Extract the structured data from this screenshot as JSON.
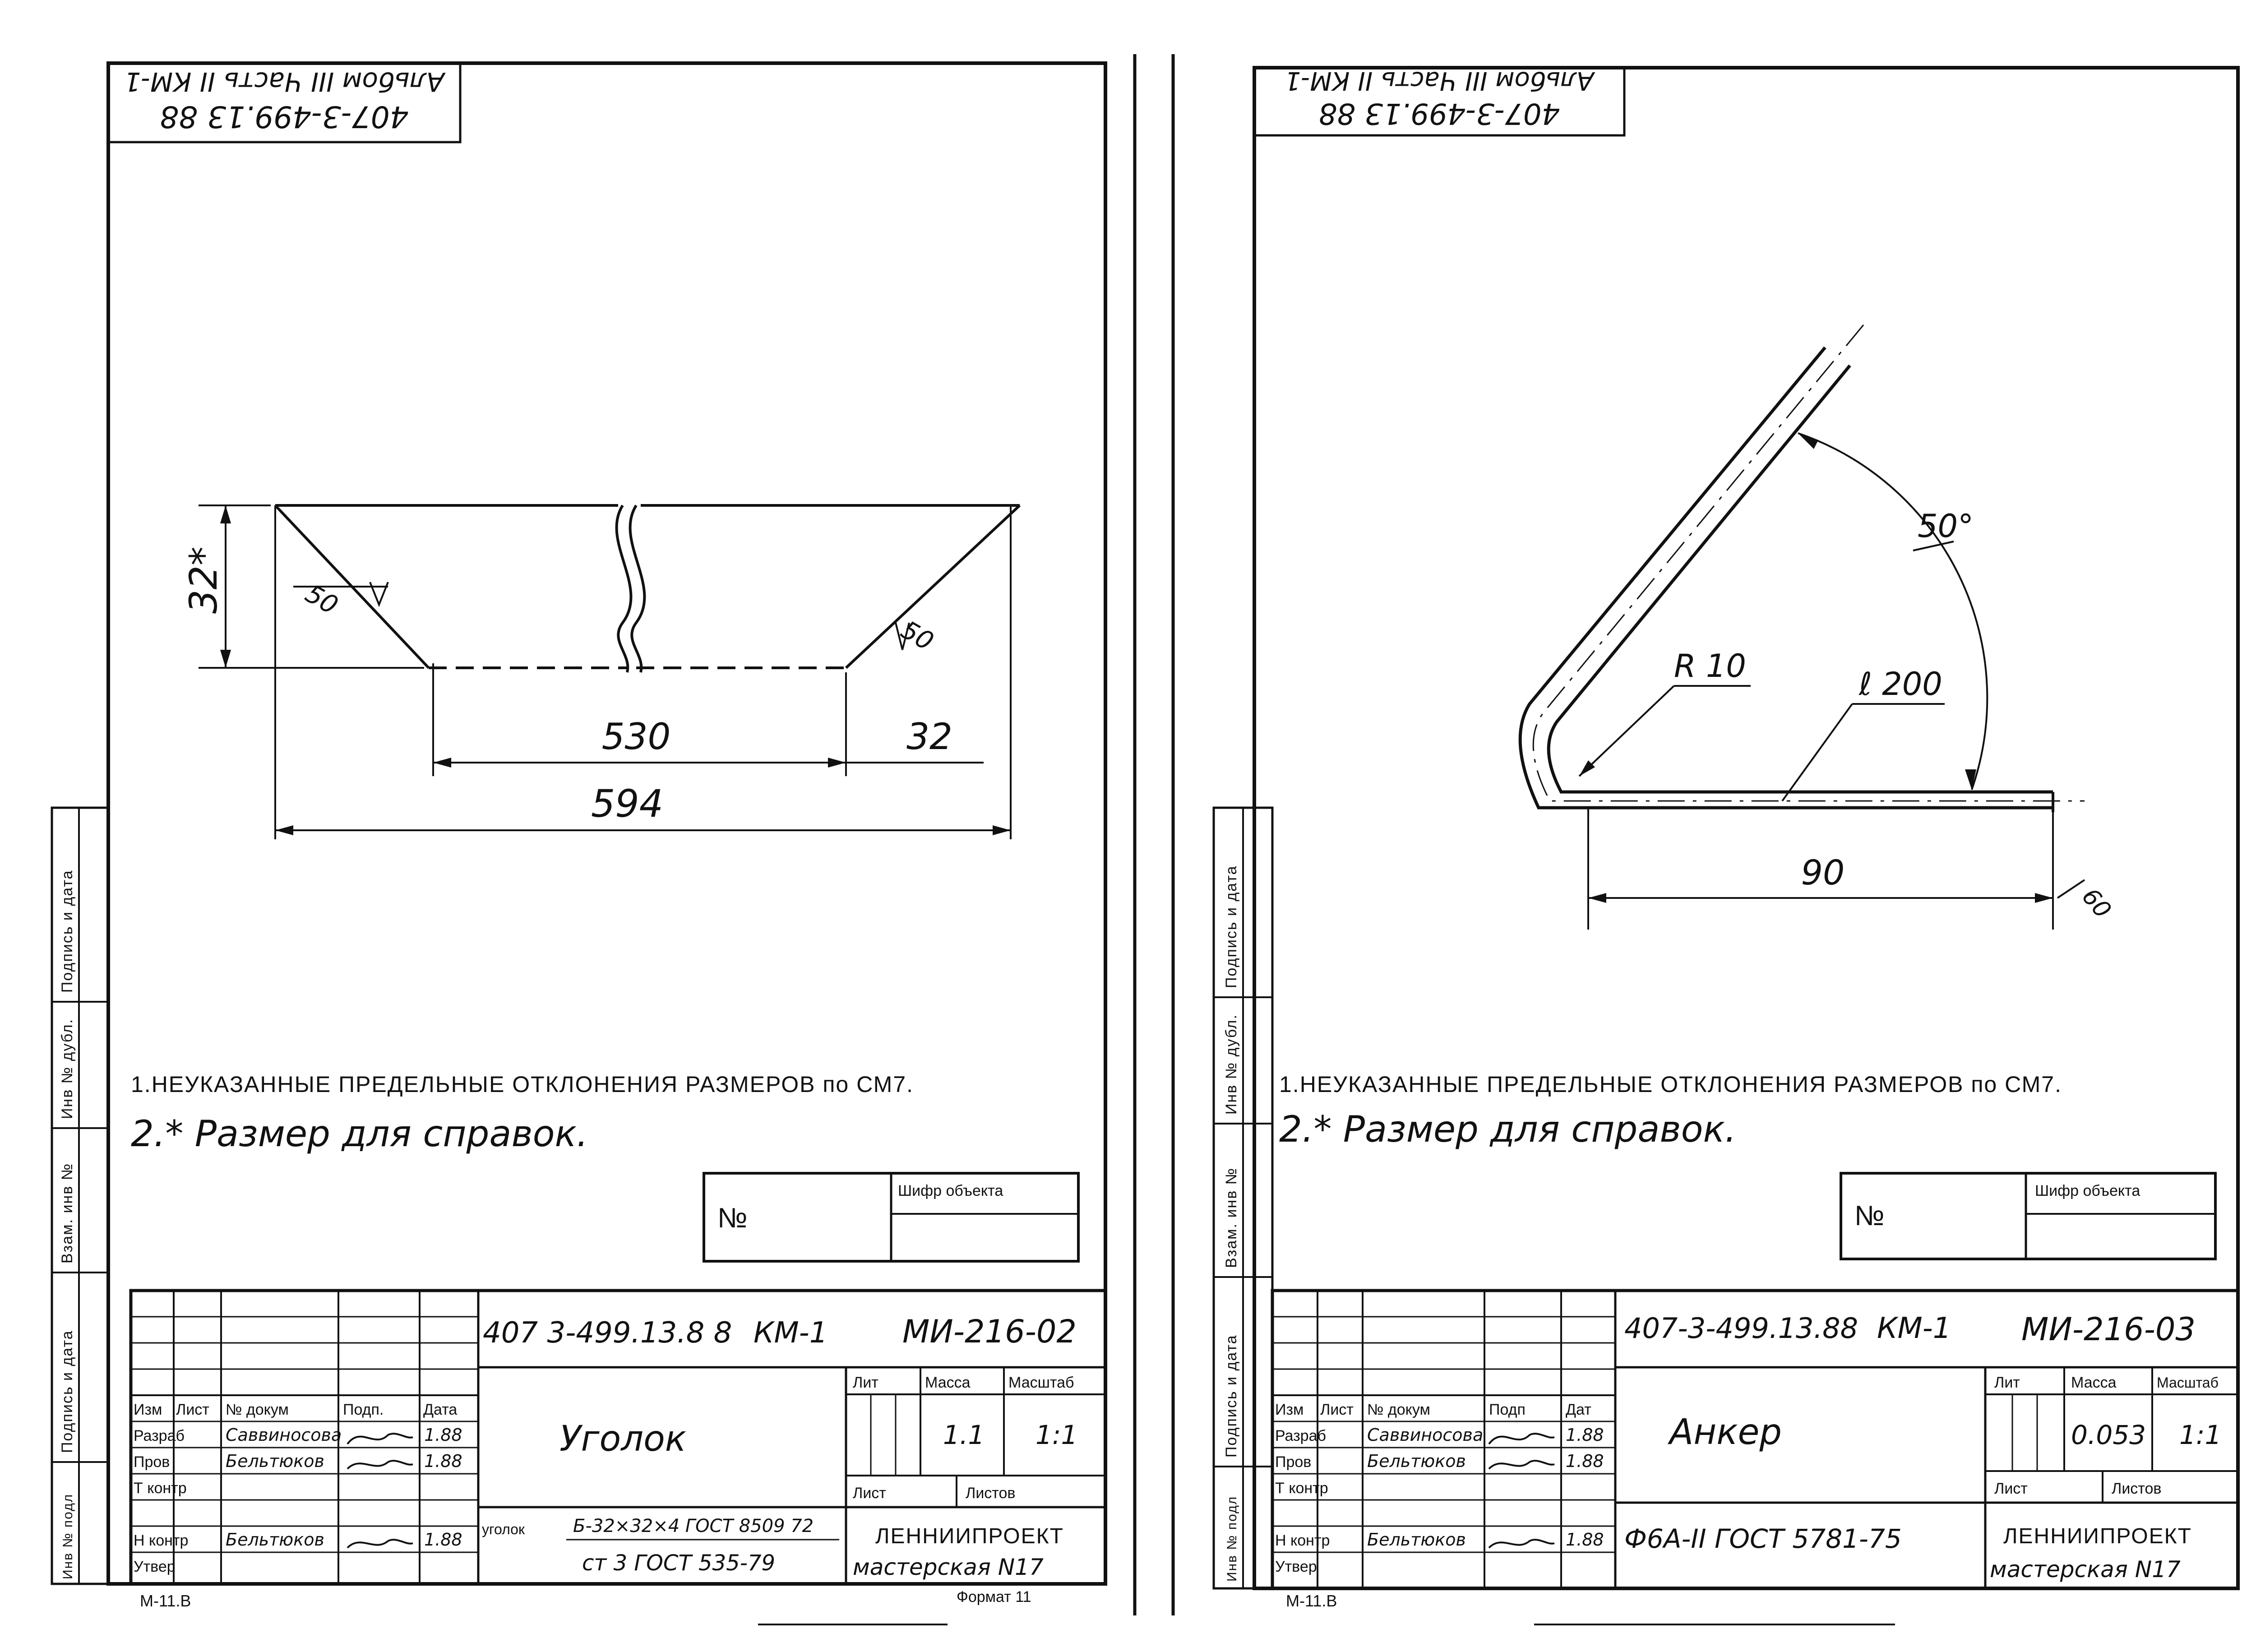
{
  "left_sheet": {
    "stamp_top": {
      "line1": "407-3-499.13 88",
      "line2": "Альбом III Часть II КМ-1"
    },
    "drawing": {
      "dim_height": "32*",
      "dim_530": "530",
      "dim_32": "32",
      "dim_594": "594",
      "angle_left": "50",
      "angle_right": "50"
    },
    "notes": {
      "note1": "1.НЕУКАЗАННЫЕ ПРЕДЕЛЬНЫЕ ОТКЛОНЕНИЯ РАЗМЕРОВ по СМ7.",
      "note2": "2.* Размер для справок."
    },
    "object_box": {
      "no_label": "№",
      "code_label": "Шифр объекта"
    },
    "title_block": {
      "doc_code": "407 3-499.13.8 8",
      "set": "КМ-1",
      "mark": "МИ-216-02",
      "name": "Уголок",
      "col_izm": "Изм",
      "col_list": "Лист",
      "col_doc": "№ докум",
      "col_sign": "Подп.",
      "col_date": "Дата",
      "row_razrab": "Разраб",
      "row_prov": "Пров",
      "row_tkontr": "Т контр",
      "row_nkontr": "Н контр",
      "row_utv": "Утвер",
      "razrab_name": "Саввиносова",
      "prov_name": "Бельтюков",
      "nkontr_name": "Бельтюков",
      "date1": "1.88",
      "date2": "1.88",
      "date3": "1.88",
      "lit": "Лит",
      "massa": "Масса",
      "masshtab": "Масштаб",
      "massa_val": "1.1",
      "masshtab_val": "1:1",
      "list": "Лист",
      "listov": "Листов",
      "material_prefix": "уголок",
      "material_top": "Б-32×32×4 ГОСТ 8509 72",
      "material_bottom": "ст 3 ГОСТ 535-79",
      "org": "ЛЕННИИПРОЕКТ",
      "workshop": "мастерская N17",
      "margin_podpis": "Подпись и дата",
      "margin_vzam": "Взам. инв №",
      "margin_inv_dubl": "Инв № дубл.",
      "margin_inv_podl": "Инв № подл",
      "form_code": "М-11.В",
      "format": "Формат 11"
    }
  },
  "right_sheet": {
    "stamp_top": {
      "line1": "407-3-499.13 88",
      "line2": "Альбом III Часть II КМ-1"
    },
    "drawing": {
      "angle": "50°",
      "radius": "R 10",
      "length": "ℓ 200",
      "dim_90": "90",
      "angle_end": "60"
    },
    "notes": {
      "note1": "1.НЕУКАЗАННЫЕ ПРЕДЕЛЬНЫЕ ОТКЛОНЕНИЯ РАЗМЕРОВ по СМ7.",
      "note2": "2.* Размер для справок."
    },
    "object_box": {
      "no_label": "№",
      "code_label": "Шифр объекта"
    },
    "title_block": {
      "doc_code": "407-3-499.13.88",
      "set": "КМ-1",
      "mark": "МИ-216-03",
      "name": "Анкер",
      "col_izm": "Изм",
      "col_list": "Лист",
      "col_doc": "№ докум",
      "col_sign": "Подп",
      "col_date": "Дат",
      "row_razrab": "Разраб",
      "row_prov": "Пров",
      "row_tkontr": "Т контр",
      "row_nkontr": "Н контр",
      "row_utv": "Утвер",
      "razrab_name": "Саввиносова",
      "prov_name": "Бельтюков",
      "nkontr_name": "Бельтюков",
      "date1": "1.88",
      "date2": "1.88",
      "date3": "1.88",
      "lit": "Лит",
      "massa": "Масса",
      "masshtab": "Масштаб",
      "massa_val": "0.053",
      "masshtab_val": "1:1",
      "list": "Лист",
      "listov": "Листов",
      "material": "Ф6А-II ГОСТ 5781-75",
      "org": "ЛЕННИИПРОЕКТ",
      "workshop": "мастерская N17",
      "margin_podpis": "Подпись и дата",
      "margin_vzam": "Взам. инв №",
      "margin_inv_dubl": "Инв № дубл.",
      "margin_inv_podl": "Инв № подл",
      "form_code": "М-11.В"
    }
  }
}
